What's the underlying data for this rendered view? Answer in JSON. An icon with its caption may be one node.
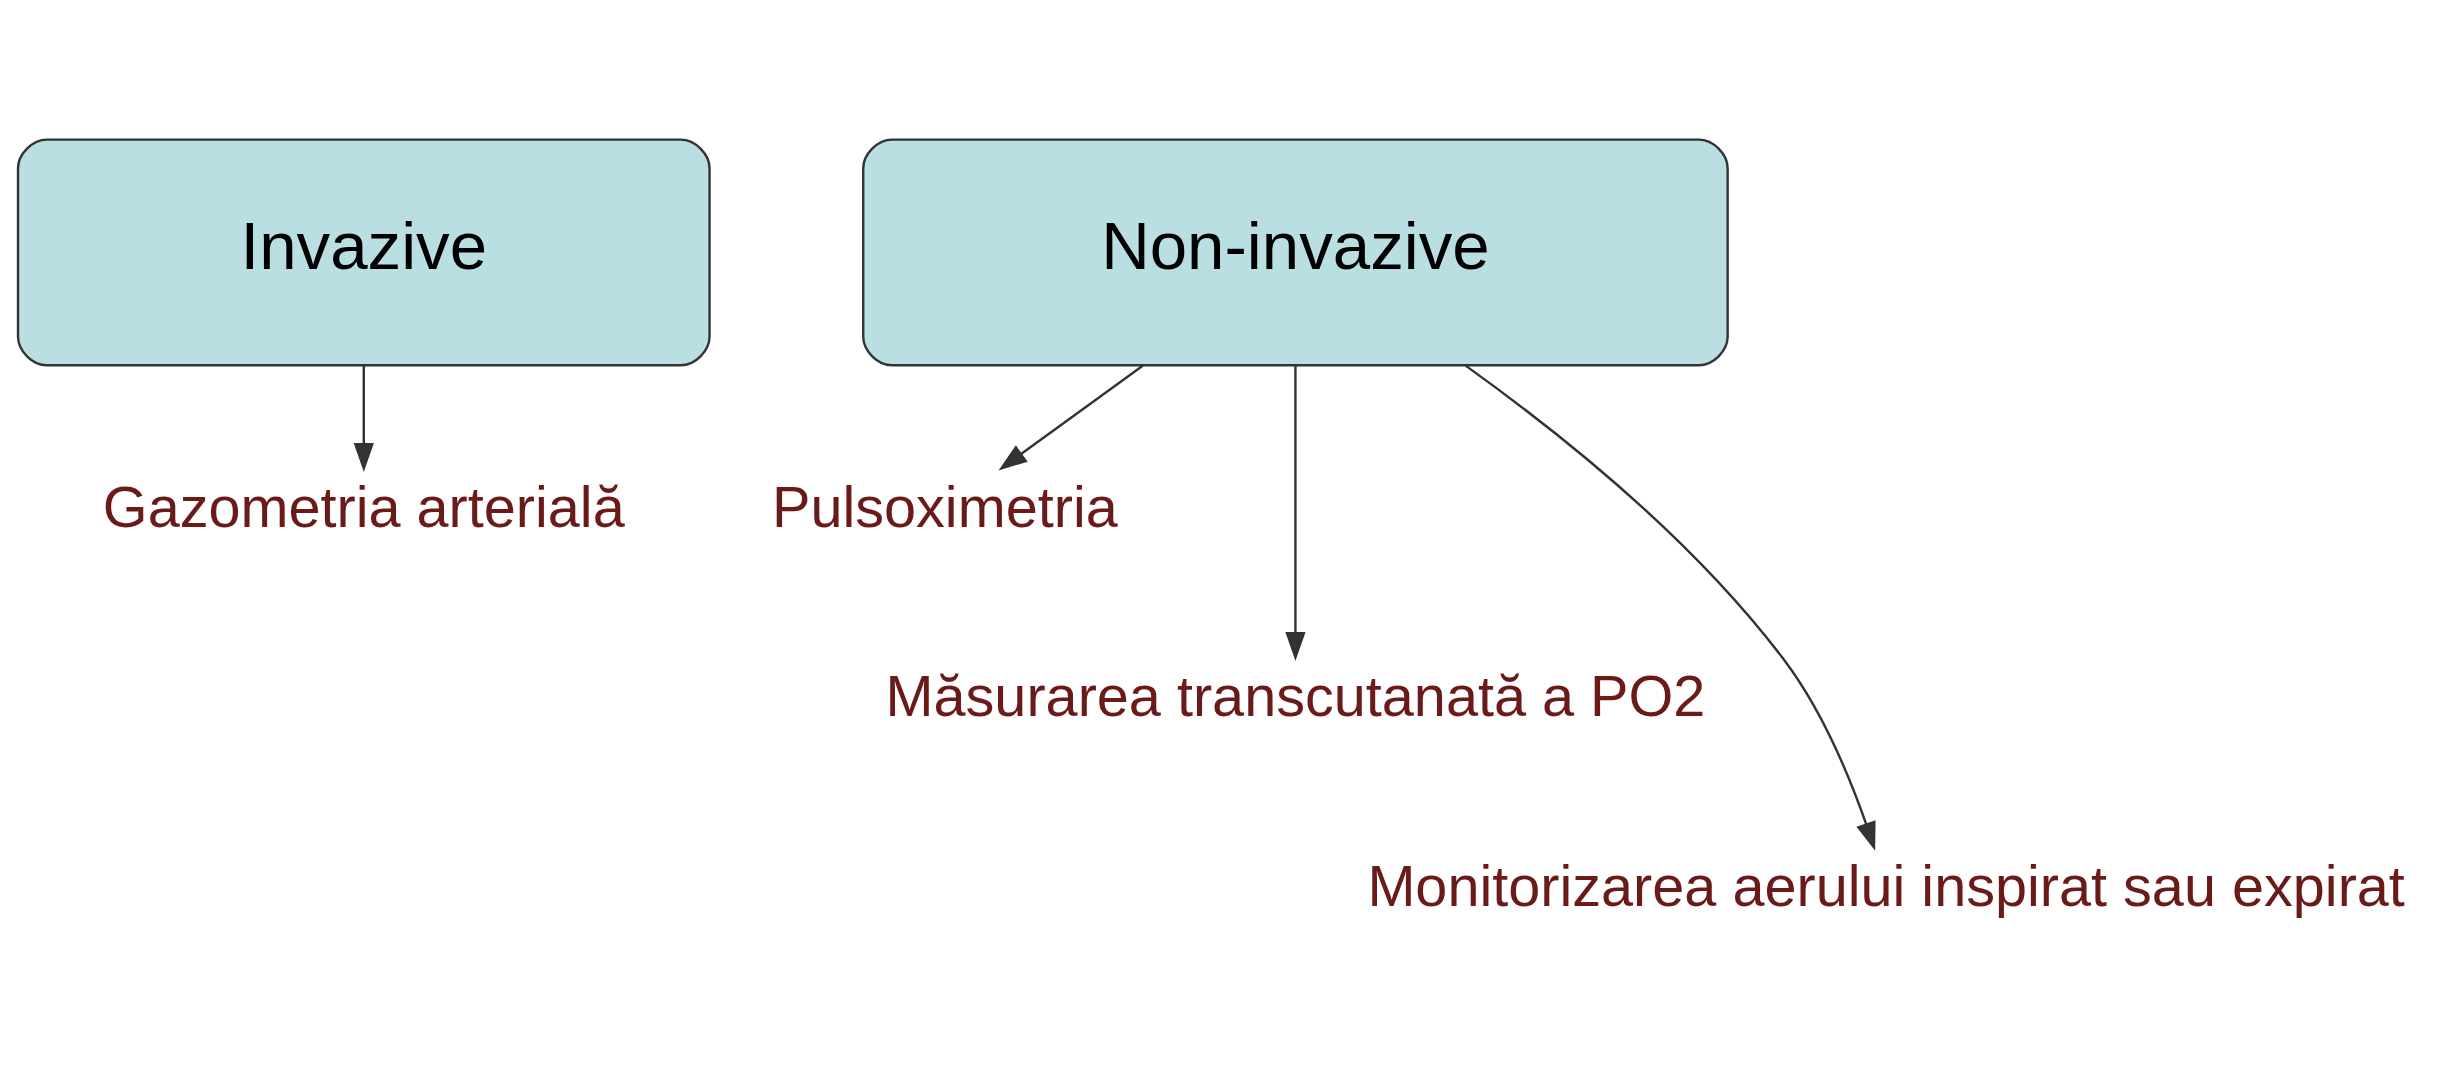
{
  "diagram": {
    "nodes": [
      {
        "text": [
          "Invazive"
        ]
      },
      {
        "text": [
          "Non-invazive"
        ]
      },
      {
        "text": [
          "Gazometria arterială"
        ]
      },
      {
        "text": [
          "Pulsoximetria"
        ]
      },
      {
        "text": [
          "Măsurarea transcutanată a PO2"
        ]
      },
      {
        "text": [
          "Monitorizarea aerului inspirat sau expirat"
        ]
      }
    ],
    "edges": [
      {
        "from": 0,
        "to": 2,
        "arrow": "to"
      },
      {
        "from": 1,
        "to": 3,
        "arrow": "to"
      },
      {
        "from": 1,
        "to": 4,
        "arrow": "to"
      },
      {
        "from": 1,
        "to": 5,
        "arrow": "to"
      }
    ]
  }
}
